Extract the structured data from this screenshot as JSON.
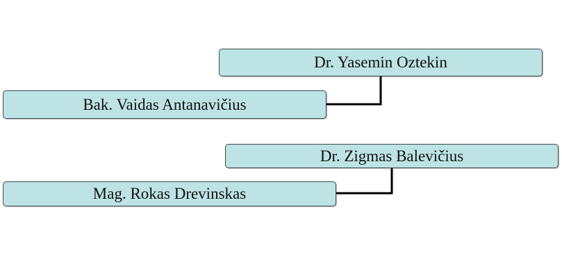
{
  "diagram": {
    "pairs": [
      {
        "supervisor": "Dr. Yasemin Oztekin",
        "student": "Bak. Vaidas Antanavičius"
      },
      {
        "supervisor": "Dr. Zigmas Balevičius",
        "student": "Mag. Rokas Drevinskas"
      }
    ]
  },
  "colors": {
    "node_fill": "#bde3e4",
    "node_border": "#3a4a4c",
    "connector": "#000000"
  }
}
